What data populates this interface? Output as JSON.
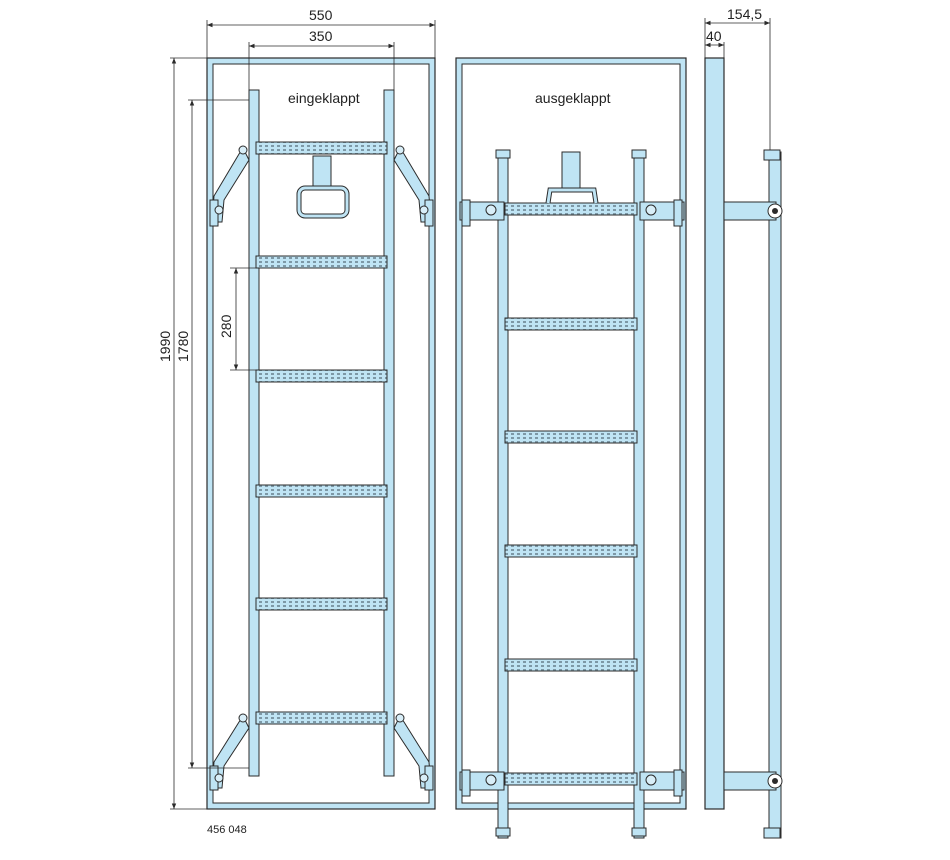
{
  "colors": {
    "steel": "#bfe4f4",
    "outline": "#2b2b2b",
    "dim": "#2b2b2b",
    "tread": "#9fb9c6"
  },
  "labels": {
    "folded": "eingeklappt",
    "unfolded": "ausgeklappt",
    "drawing_number": "456 048"
  },
  "dimensions": {
    "overall_width": "550",
    "ladder_width": "350",
    "overall_height": "1990",
    "ladder_height": "1780",
    "rung_spacing": "280",
    "depth_total": "154,5",
    "depth_frame": "40"
  }
}
